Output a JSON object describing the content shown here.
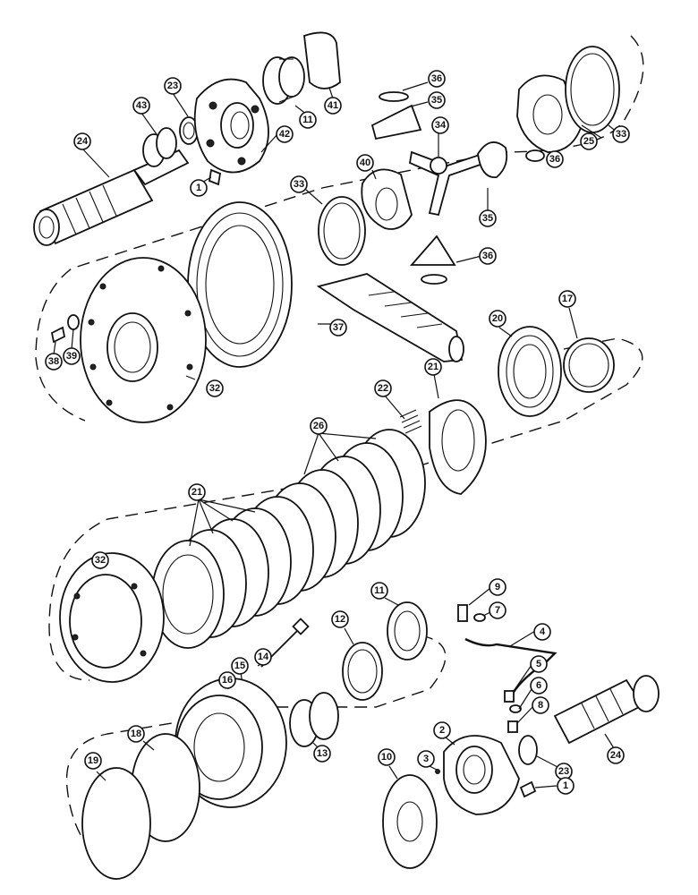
{
  "callouts": {
    "c24a": "24",
    "c43": "43",
    "c23a": "23",
    "c42": "42",
    "c11a": "11",
    "c41": "41",
    "c1a": "1",
    "c36a": "36",
    "c35a": "35",
    "c34": "34",
    "c40": "40",
    "c33a": "33",
    "c36b": "36",
    "c25": "25",
    "c33b": "33",
    "c35b": "35",
    "c36c": "36",
    "c37": "37",
    "c38": "38",
    "c39": "39",
    "c32a": "32",
    "c20": "20",
    "c17": "17",
    "c22": "22",
    "c21a": "21",
    "c26": "26",
    "c21b": "21",
    "c32b": "32",
    "c11b": "11",
    "c12": "12",
    "c9": "9",
    "c7": "7",
    "c4": "4",
    "c5": "5",
    "c6": "6",
    "c8": "8",
    "c14": "14",
    "c15": "15",
    "c16": "16",
    "c13": "13",
    "c18": "18",
    "c19": "19",
    "c10": "10",
    "c2": "2",
    "c3": "3",
    "c23b": "23",
    "c24b": "24",
    "c1b": "1"
  }
}
